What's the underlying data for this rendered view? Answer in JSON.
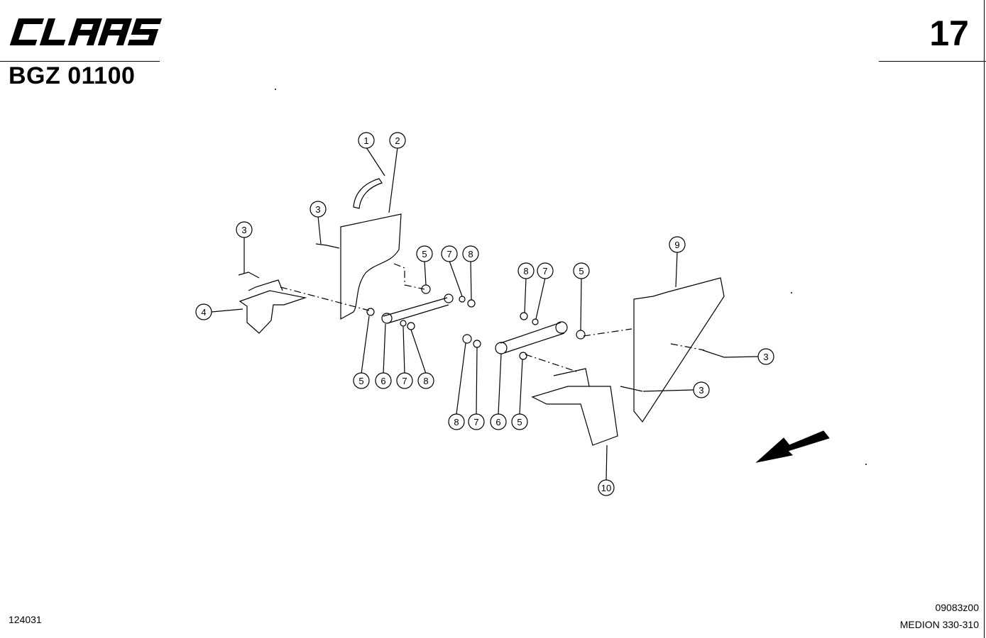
{
  "header": {
    "brand": "CLAAS",
    "doc_code": "BGZ 01100",
    "page_number": "17"
  },
  "footer": {
    "left_code": "124031",
    "drawing_no": "09083z00",
    "model": "MEDION 330-310"
  },
  "callouts": [
    "1",
    "2",
    "3",
    "3",
    "4",
    "5",
    "6",
    "7",
    "8",
    "5",
    "7",
    "8",
    "8",
    "7",
    "5",
    "9",
    "3",
    "3",
    "8",
    "7",
    "6",
    "5",
    "10"
  ]
}
